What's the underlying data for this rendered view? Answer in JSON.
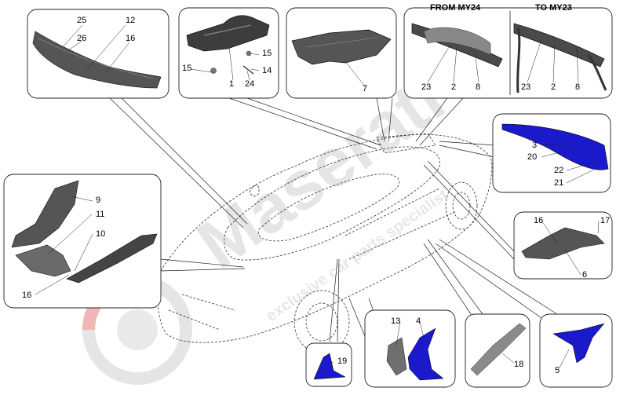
{
  "headers": {
    "from": "FROM MY24",
    "to": "TO MY23"
  },
  "callouts": {
    "c25": "25",
    "c26": "26",
    "c12": "12",
    "c16a": "16",
    "c15a": "15",
    "c15b": "15",
    "c14": "14",
    "c1": "1",
    "c24": "24",
    "c7": "7",
    "c23a": "23",
    "c2a": "2",
    "c8a": "8",
    "c23b": "23",
    "c2b": "2",
    "c8b": "8",
    "c3": "3",
    "c20": "20",
    "c22": "22",
    "c21": "21",
    "c9": "9",
    "c11": "11",
    "c10": "10",
    "c16b": "16",
    "c16c": "16",
    "c17": "17",
    "c6": "6",
    "c13": "13",
    "c4": "4",
    "c19": "19",
    "c18": "18",
    "c5": "5"
  },
  "watermark": {
    "brand": "Maserati",
    "tagline": "exclusive car parts specialist"
  },
  "colors": {
    "blue_part": "#1a1acc",
    "grey_part": "#7c7c7c",
    "dark_part": "#3a3a3a",
    "line": "#222222",
    "watermark": "#c8c8c8",
    "watermark_red": "#e06b6b"
  }
}
